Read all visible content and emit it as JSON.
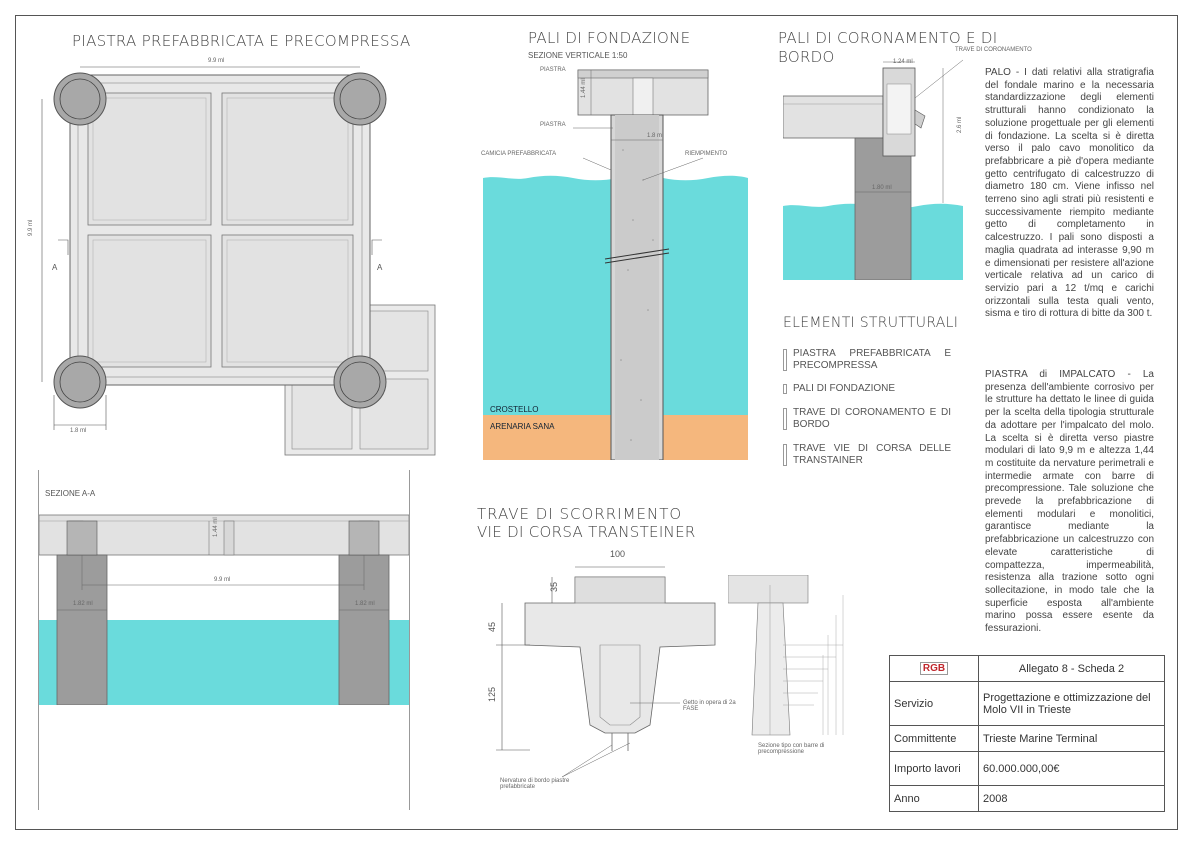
{
  "titles": {
    "piastra": "PIASTRA PREFABBRICATA  E PRECOMPRESSA",
    "pali": "PALI DI FONDAZIONE",
    "sezione_verticale": "SEZIONE VERTICALE  1:50",
    "coronamento_line1": "PALI DI CORONAMENTO E DI",
    "coronamento_line2": "BORDO",
    "trave_line1": "TRAVE DI SCORRIMENTO",
    "trave_line2": "VIE DI CORSA TRANSTEINER",
    "elementi": "ELEMENTI STRUTTURALI",
    "sezione_aa": "SEZIONE A-A"
  },
  "plan": {
    "dim_top": "9.9 ml",
    "dim_left": "9.9 ml",
    "dim_bottom": "1.8 ml",
    "marker_left": "A",
    "marker_right": "A"
  },
  "pile_section": {
    "label_piastra": "PIASTRA",
    "label_camicia": "CAMICIA PREFABBRICATA",
    "label_riempimento": "RIEMPIMENTO",
    "dim_height": "1.44 ml",
    "dim_width": "1.8 ml",
    "layer_crostello": "CROSTELLO",
    "layer_arenaria": "ARENARIA SANA"
  },
  "coronamento": {
    "label_trave": "TRAVE DI CORONAMENTO",
    "dim_top": "1.24 ml",
    "dim_height": "2.6 ml",
    "dim_width": "1.80 ml"
  },
  "section_aa": {
    "dim_height": "1.44 ml",
    "dim_span": "9.9 ml",
    "dim_pile_left": "1.82 ml",
    "dim_pile_right": "1.82 ml"
  },
  "beam": {
    "dim_top": "100",
    "dim_35": "35",
    "dim_45": "45",
    "dim_125": "125",
    "note_getto": "Getto in opera di 2a FASE",
    "note_nervature": "Nervature di bordo piastre prefabbricate",
    "note_sezione": "Sezione tipo con barre di precompressione"
  },
  "text_palo": "PALO - I dati relativi alla stratigrafia del fondale marino e la necessaria standardizzazione degli elementi strutturali hanno condizionato la soluzione progettuale per gli elementi di fondazione. La scelta si è diretta verso il palo cavo monolitico da prefabbricare a piè d'opera mediante getto centrifugato di calcestruzzo di diametro 180 cm. Viene infisso nel terreno sino agli strati più resistenti e successivamente riempito mediante getto di completamento in calcestruzzo. I pali sono disposti a maglia quadrata ad interasse 9,90 m e dimensionati per resistere all'azione verticale relativa ad un carico di servizio pari a 12 t/mq e carichi orizzontali sulla testa quali vento, sisma e tiro di rottura di bitte da 300 t.",
  "text_piastra": "PIASTRA di IMPALCATO - La presenza dell'ambiente corrosivo per le strutture ha dettato le linee di guida per la scelta della tipologia strutturale da adottare per l'impalcato del molo. La scelta si è diretta verso piastre modulari di lato 9,9 m e altezza 1,44 m costituite da nervature perimetrali e intermedie armate con barre di precompressione. Tale soluzione che prevede la prefabbricazione di elementi modulari e monolitici, garantisce mediante la prefabbricazione un calcestruzzo con elevate caratteristiche di compattezza, impermeabilità, resistenza alla trazione sotto ogni sollecitazione, in modo tale che la superficie esposta all'ambiente marino possa essere esente da fessurazioni.",
  "elementi": [
    "PIASTRA PREFABBRICATA E PRECOMPRESSA",
    "PALI DI FONDAZIONE",
    "TRAVE DI CORONAMENTO E DI BORDO",
    "TRAVE VIE DI CORSA DELLE TRANSTAINER"
  ],
  "infobox": {
    "logo": "RGB",
    "allegato": "Allegato 8 - Scheda 2",
    "servizio_label": "Servizio",
    "servizio_value": "Progettazione e ottimizzazione del Molo VII in Trieste",
    "committente_label": "Committente",
    "committente_value": "Trieste Marine Terminal",
    "importo_label": "Importo lavori",
    "importo_value": "60.000.000,00€",
    "anno_label": "Anno",
    "anno_value": "2008"
  },
  "colors": {
    "water": "#6adbdc",
    "sand": "#f5b77d",
    "concrete": "#cfcfcf",
    "pile": "#9c9c9c",
    "logo_red": "#c0272d"
  }
}
